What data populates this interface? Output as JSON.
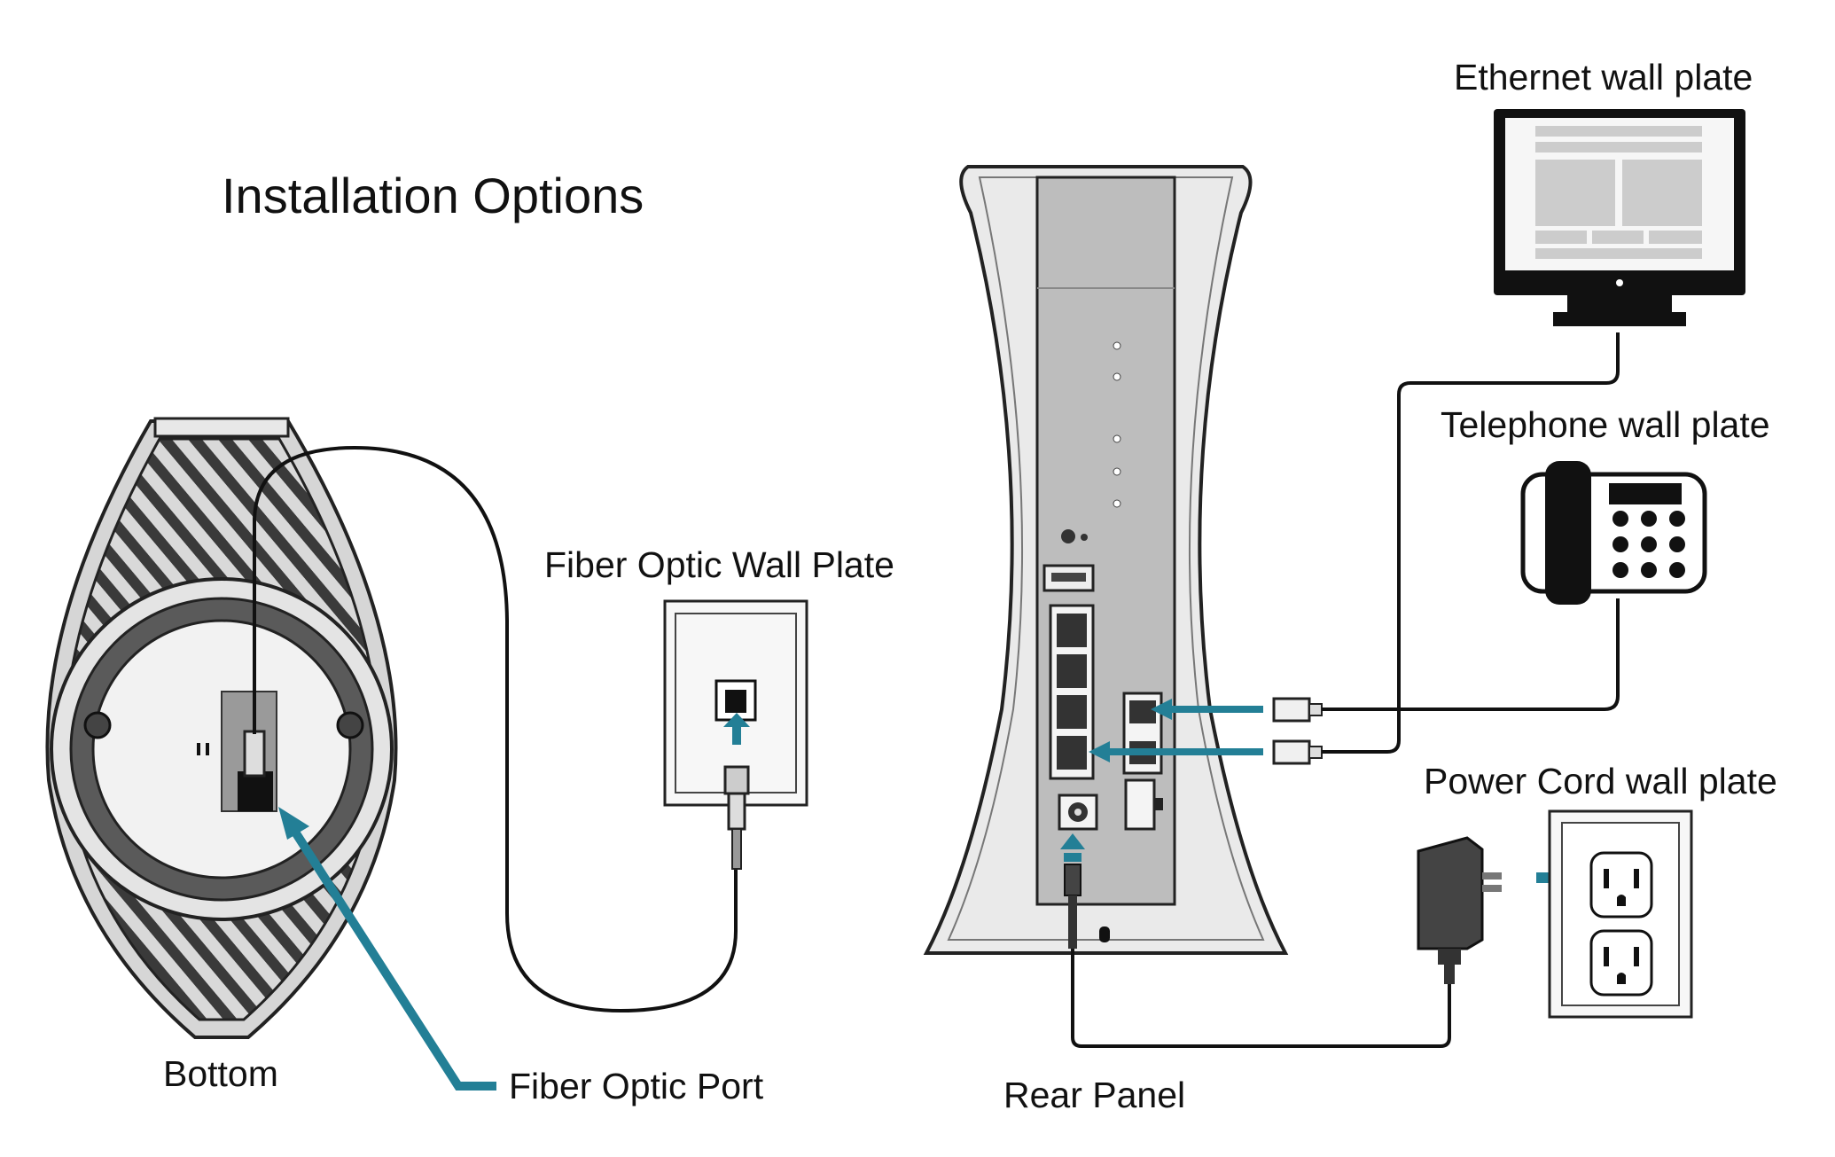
{
  "title": "Installation Options",
  "labels": {
    "ethernet_wall_plate": "Ethernet wall plate",
    "telephone_wall_plate": "Telephone wall plate",
    "fiber_optic_wall_plate": "Fiber Optic Wall Plate",
    "power_cord_wall_plate": "Power Cord wall plate",
    "bottom": "Bottom",
    "fiber_optic_port": "Fiber Optic Port",
    "rear_panel": "Rear Panel"
  },
  "colors": {
    "accent_arrow": "#237f96",
    "cable": "#111111",
    "device_fill": "#e6e6e6",
    "panel_fill": "#bdbdbd",
    "outline": "#222222"
  },
  "icons": [
    "monitor-icon",
    "desk-phone-icon",
    "power-adapter-icon",
    "outlet-icon",
    "fiber-wall-plate-icon"
  ]
}
